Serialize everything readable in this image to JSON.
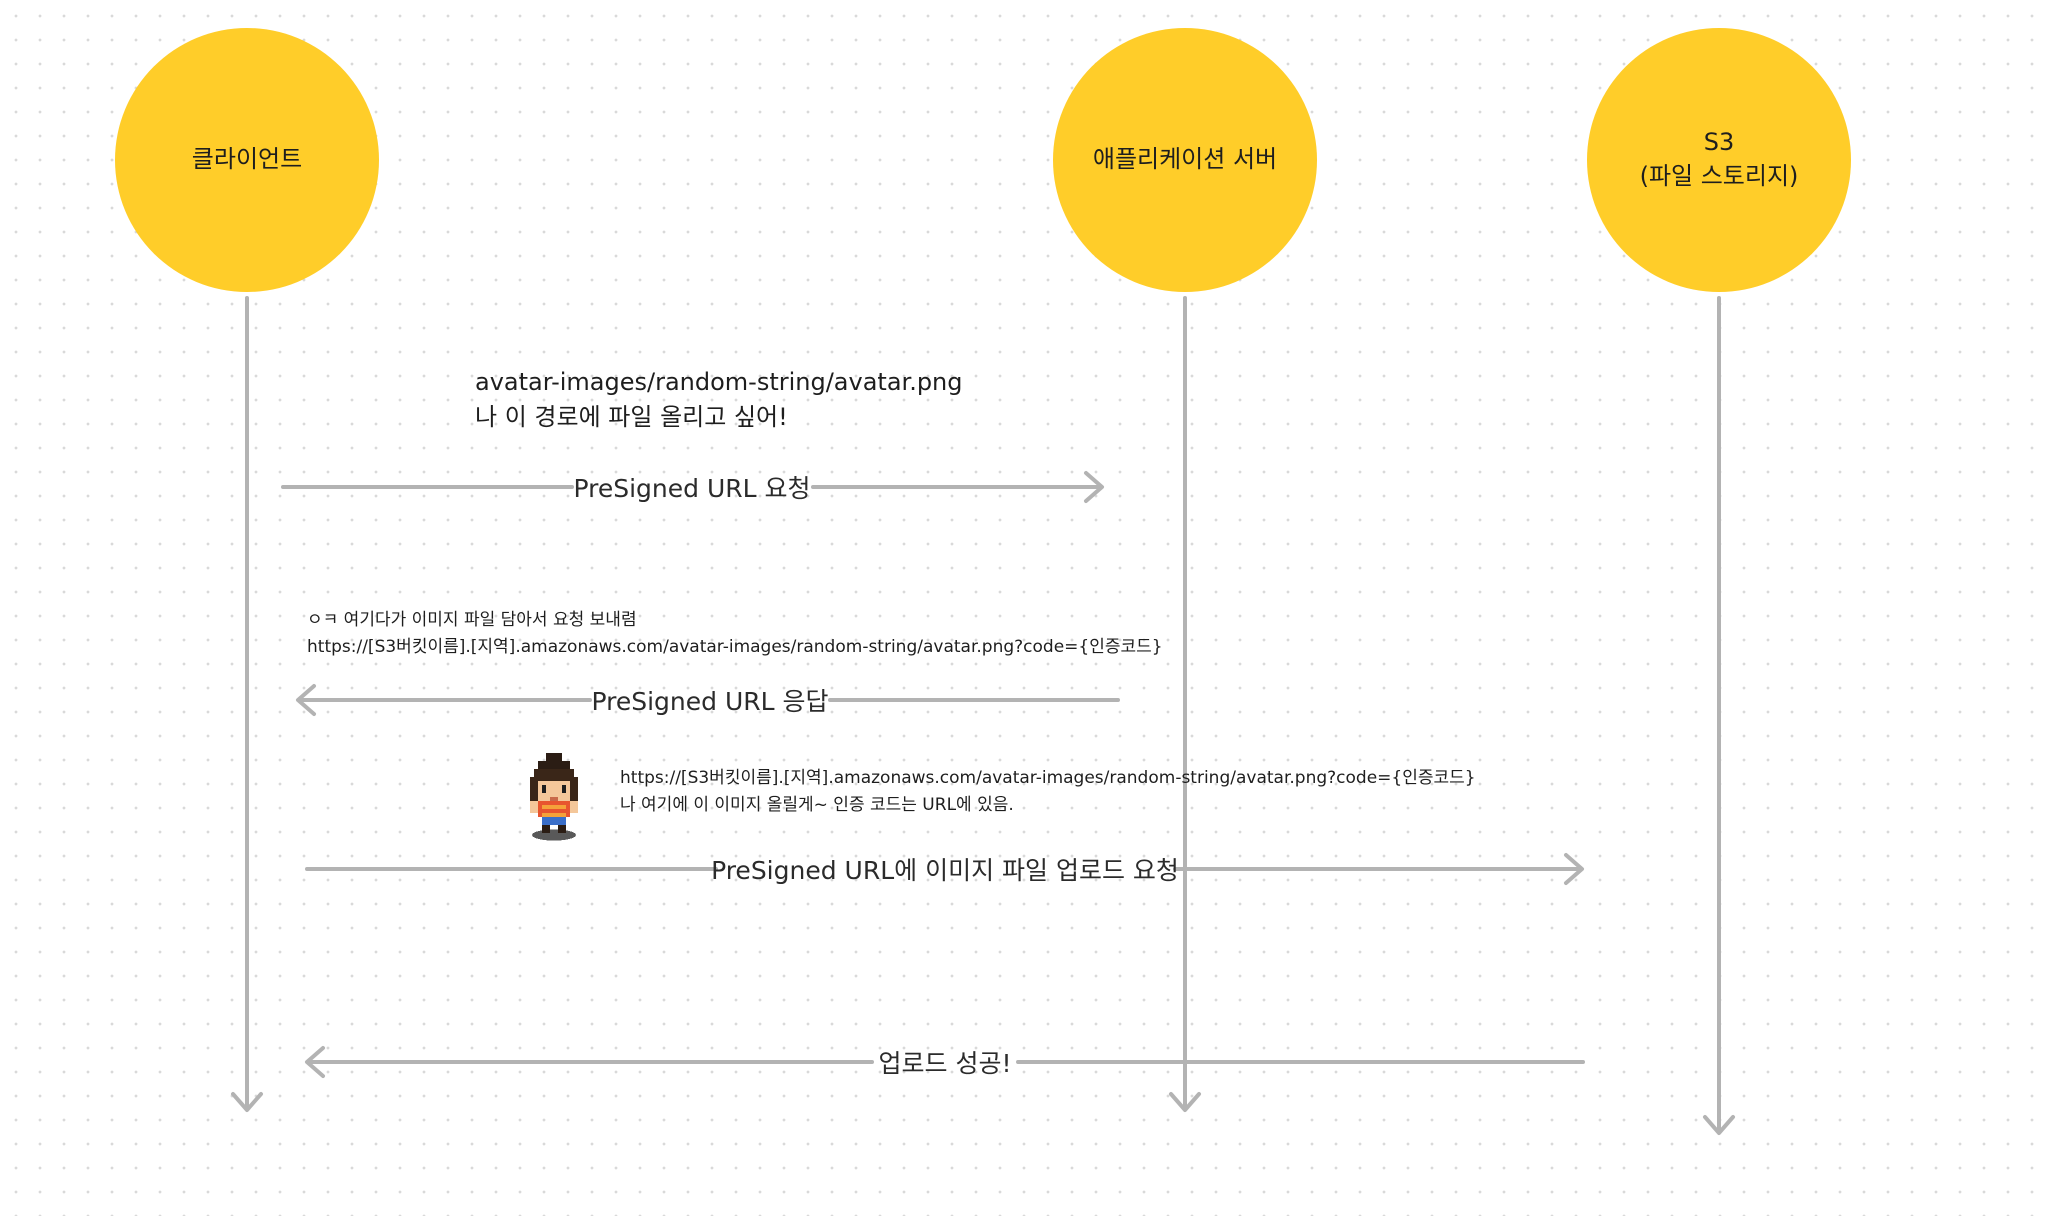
{
  "actors": {
    "client": "클라이언트",
    "server": "애플리케이션 서버",
    "s3": "S3\n(파일 스토리지)"
  },
  "notes": {
    "request_path": "avatar-images/random-string/avatar.png",
    "request_desc": "나 이 경로에 파일 올리고 싶어!",
    "response_desc": "ㅇㅋ 여기다가 이미지 파일 담아서 요청 보내렴",
    "response_url": "https://[S3버킷이름].[지역].amazonaws.com/avatar-images/random-string/avatar.png?code={인증코드}",
    "upload_url": "https://[S3버킷이름].[지역].amazonaws.com/avatar-images/random-string/avatar.png?code={인증코드}",
    "upload_desc": "나 여기에 이 이미지 올릴게~ 인증 코드는 URL에 있음."
  },
  "messages": {
    "presigned_request": "PreSigned URL 요청",
    "presigned_response": "PreSigned URL 응답",
    "upload_request": "PreSigned URL에 이미지 파일 업로드 요청",
    "upload_success": "업로드 성공!"
  },
  "colors": {
    "actor_fill": "#ffcd29",
    "line": "#b3b3b3",
    "text": "#1e1e1e"
  }
}
